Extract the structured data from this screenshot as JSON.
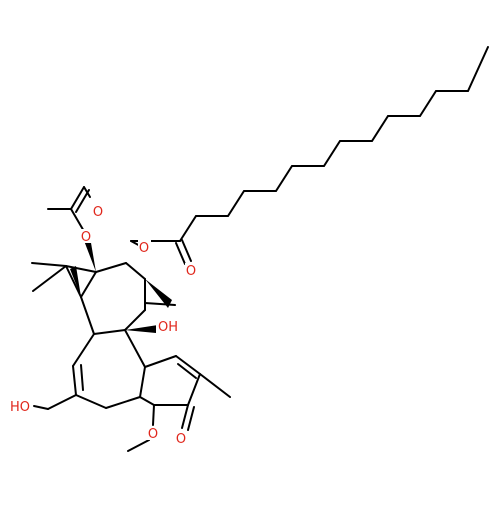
{
  "diagram": {
    "type": "chemical-structure",
    "atom_labels": {
      "acetate_ring_o": "O",
      "acetate_carbonyl_o": "O",
      "ester_ring_o": "O",
      "ester_carbonyl_o": "O",
      "hydroxyl_oh": "OH",
      "hydroxymethyl_oh": "HO",
      "methoxy_o": "O",
      "ketone_o": "O"
    },
    "colors": {
      "bond": "#000000",
      "oxygen": "#e0261b"
    }
  }
}
